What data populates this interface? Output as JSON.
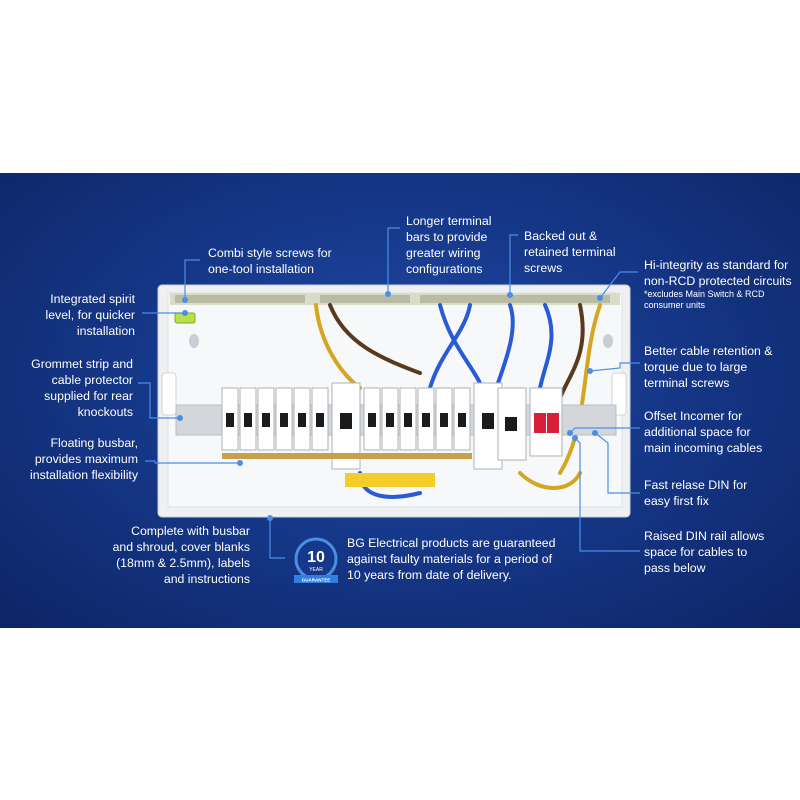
{
  "callouts": {
    "combi_screws": "Combi style screws for one-tool installation",
    "longer_terminal": "Longer terminal bars to provide greater wiring configurations",
    "backed_out": "Backed out & retained terminal screws",
    "hi_integrity": "Hi-integrity as standard for non-RCD protected circuits",
    "hi_integrity_note": "*excludes Main Switch & RCD consumer units",
    "spirit_level": "Integrated spirit level, for quicker installation",
    "grommet": "Grommet strip and cable protector supplied for rear knockouts",
    "floating_busbar": "Floating busbar, provides maximum installation flexibility",
    "complete_with": "Complete with busbar and shroud, cover blanks (18mm & 2.5mm), labels and instructions",
    "cable_retention": "Better cable retention & torque due to large terminal screws",
    "offset_incomer": "Offset Incomer for additional space for main incoming cables",
    "fast_release": "Fast relase DIN for easy first fix",
    "raised_din": "Raised DIN rail allows space for cables to pass below",
    "guarantee": "BG Electrical products are guaranteed against faulty materials for a period of 10 years from date of delivery."
  },
  "badge": {
    "number": "10",
    "word": "YEAR",
    "ribbon": "GUARANTEE"
  },
  "colors": {
    "background": "#16388a",
    "leader": "#4a8ee6",
    "text": "#ffffff",
    "enclosure": "#eef0f2",
    "main_switch": "#d6203a"
  }
}
